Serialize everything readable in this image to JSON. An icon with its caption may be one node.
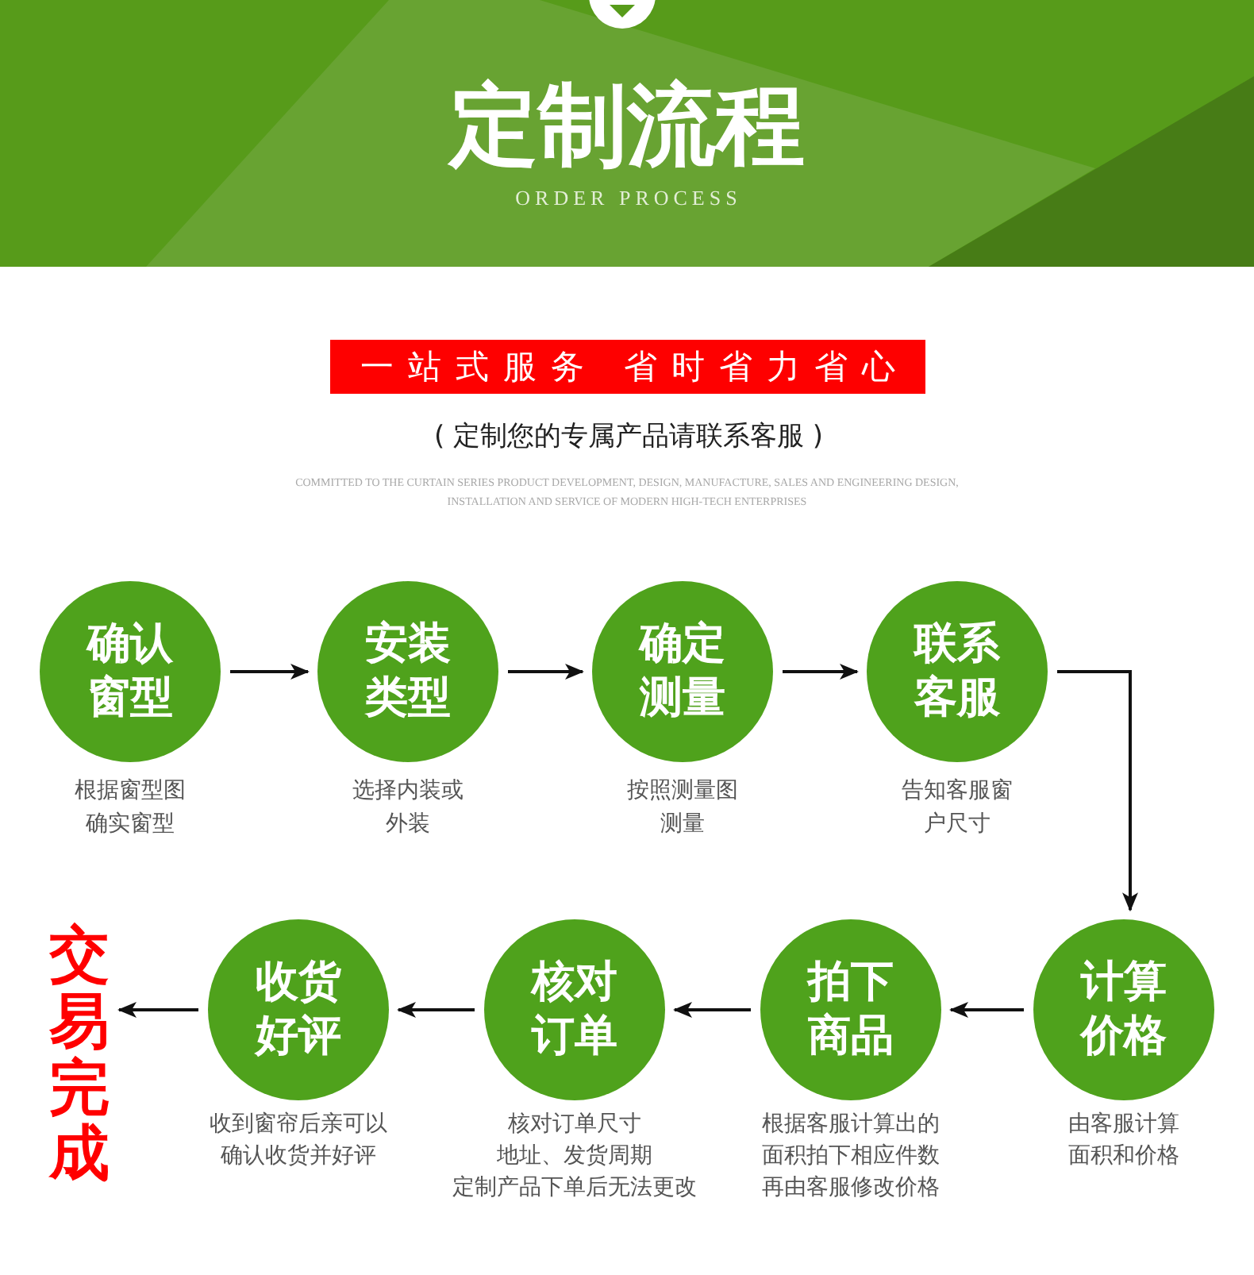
{
  "diagram": {
    "title": "定制流程",
    "nodes": [
      {
        "text": [
          "一站式服务 省时省力省心"
        ]
      },
      {
        "text": [
          "确认窗型"
        ],
        "beside": [
          "根据窗型图确实窗型"
        ]
      },
      {
        "text": [
          "安装类型"
        ],
        "beside": [
          "选择内装或外装"
        ]
      },
      {
        "text": [
          "确定测量"
        ],
        "beside": [
          "按照测量图测量"
        ]
      },
      {
        "text": [
          "联系客服"
        ],
        "beside": [
          "告知客服窗户尺寸"
        ]
      },
      {
        "text": [
          "计算价格"
        ],
        "beside": [
          "由客服计算面积和价格"
        ]
      },
      {
        "text": [
          "拍下商品"
        ],
        "beside": [
          "根据客服计算出的面积拍下相应件数再由客服修改价格"
        ]
      },
      {
        "text": [
          "核对订单"
        ],
        "beside": [
          "核对订单尺寸",
          "地址、发货周期",
          "定制产品下单后无法更改"
        ]
      },
      {
        "text": [
          "收货好评"
        ],
        "beside": [
          "收到窗帘后亲可以确认收货并好评"
        ]
      },
      {
        "text": [
          "交易完成"
        ]
      }
    ],
    "edges": [
      {
        "from": 1,
        "to": 2,
        "arrow": "to"
      },
      {
        "from": 2,
        "to": 3,
        "arrow": "to"
      },
      {
        "from": 3,
        "to": 4,
        "arrow": "to"
      },
      {
        "from": 4,
        "to": 5,
        "arrow": "to"
      },
      {
        "from": 5,
        "to": 6,
        "arrow": "to"
      },
      {
        "from": 6,
        "to": 7,
        "arrow": "to"
      },
      {
        "from": 7,
        "to": 8,
        "arrow": "to"
      },
      {
        "from": 8,
        "to": 9,
        "arrow": "to"
      }
    ],
    "labels": [
      "ORDER PROCESS",
      "( 定制您的专属产品请联系客服 )",
      "COMMITTED TO THE CURTAIN SERIES PRODUCT DEVELOPMENT, DESIGN, MANUFACTURE, SALES AND ENGINEERING DESIGN, INSTALLATION AND SERVICE OF MODERN HIGH-TECH ENTERPRISES"
    ]
  }
}
